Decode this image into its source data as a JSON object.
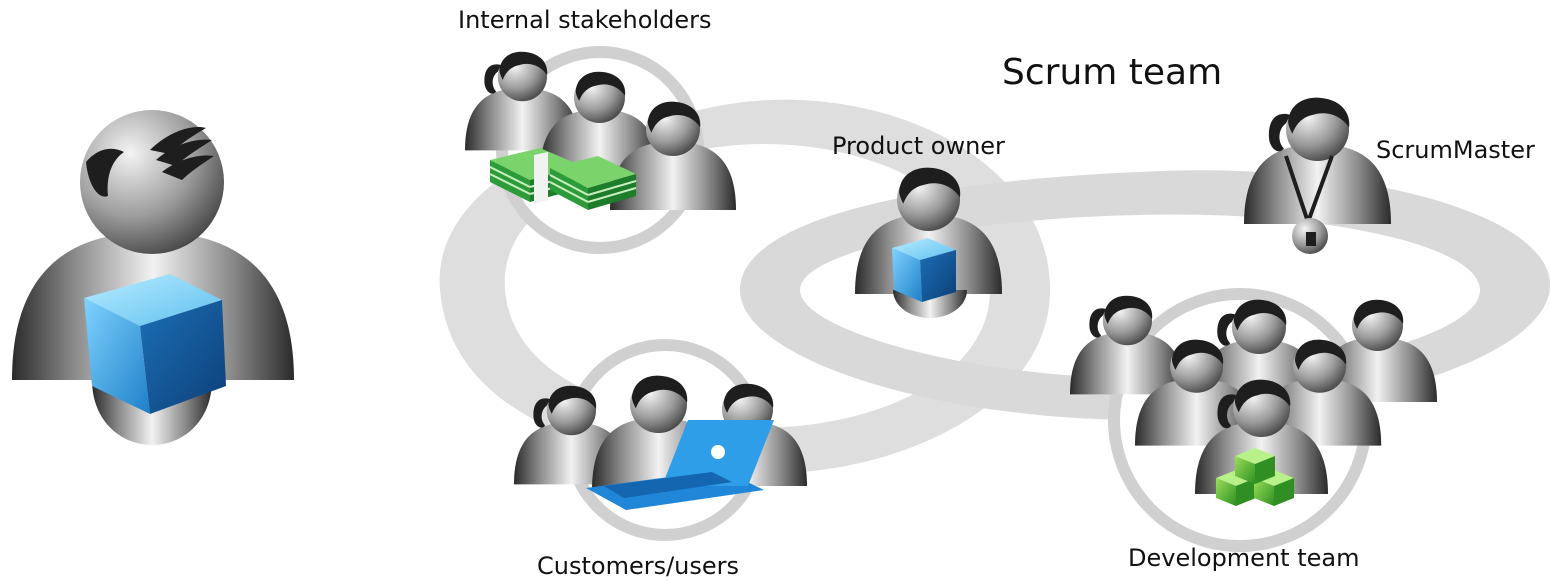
{
  "labels": {
    "internal_stakeholders": "Internal stakeholders",
    "scrum_team": "Scrum team",
    "product_owner": "Product owner",
    "scrummaster": "ScrumMaster",
    "customers_users": "Customers/users",
    "development_team": "Development team"
  },
  "colors": {
    "ring_gray": "#d9d9d9",
    "circle_outline": "#d0d0d0",
    "person_dark": "#2a2a2a",
    "person_light": "#e8e8e8",
    "cube_blue": "#2e8fd8",
    "cube_green": "#4fb83a",
    "money_green": "#2e9b3a",
    "laptop_blue": "#1f86d8"
  },
  "icons": {
    "product_owner_large": "person-with-blue-cube-icon",
    "internal_stakeholders": "people-with-money-icon",
    "product_owner": "person-with-blue-cube-icon",
    "scrummaster": "person-with-whistle-icon",
    "customers_users": "people-with-laptop-icon",
    "development_team": "people-with-green-cubes-icon"
  }
}
